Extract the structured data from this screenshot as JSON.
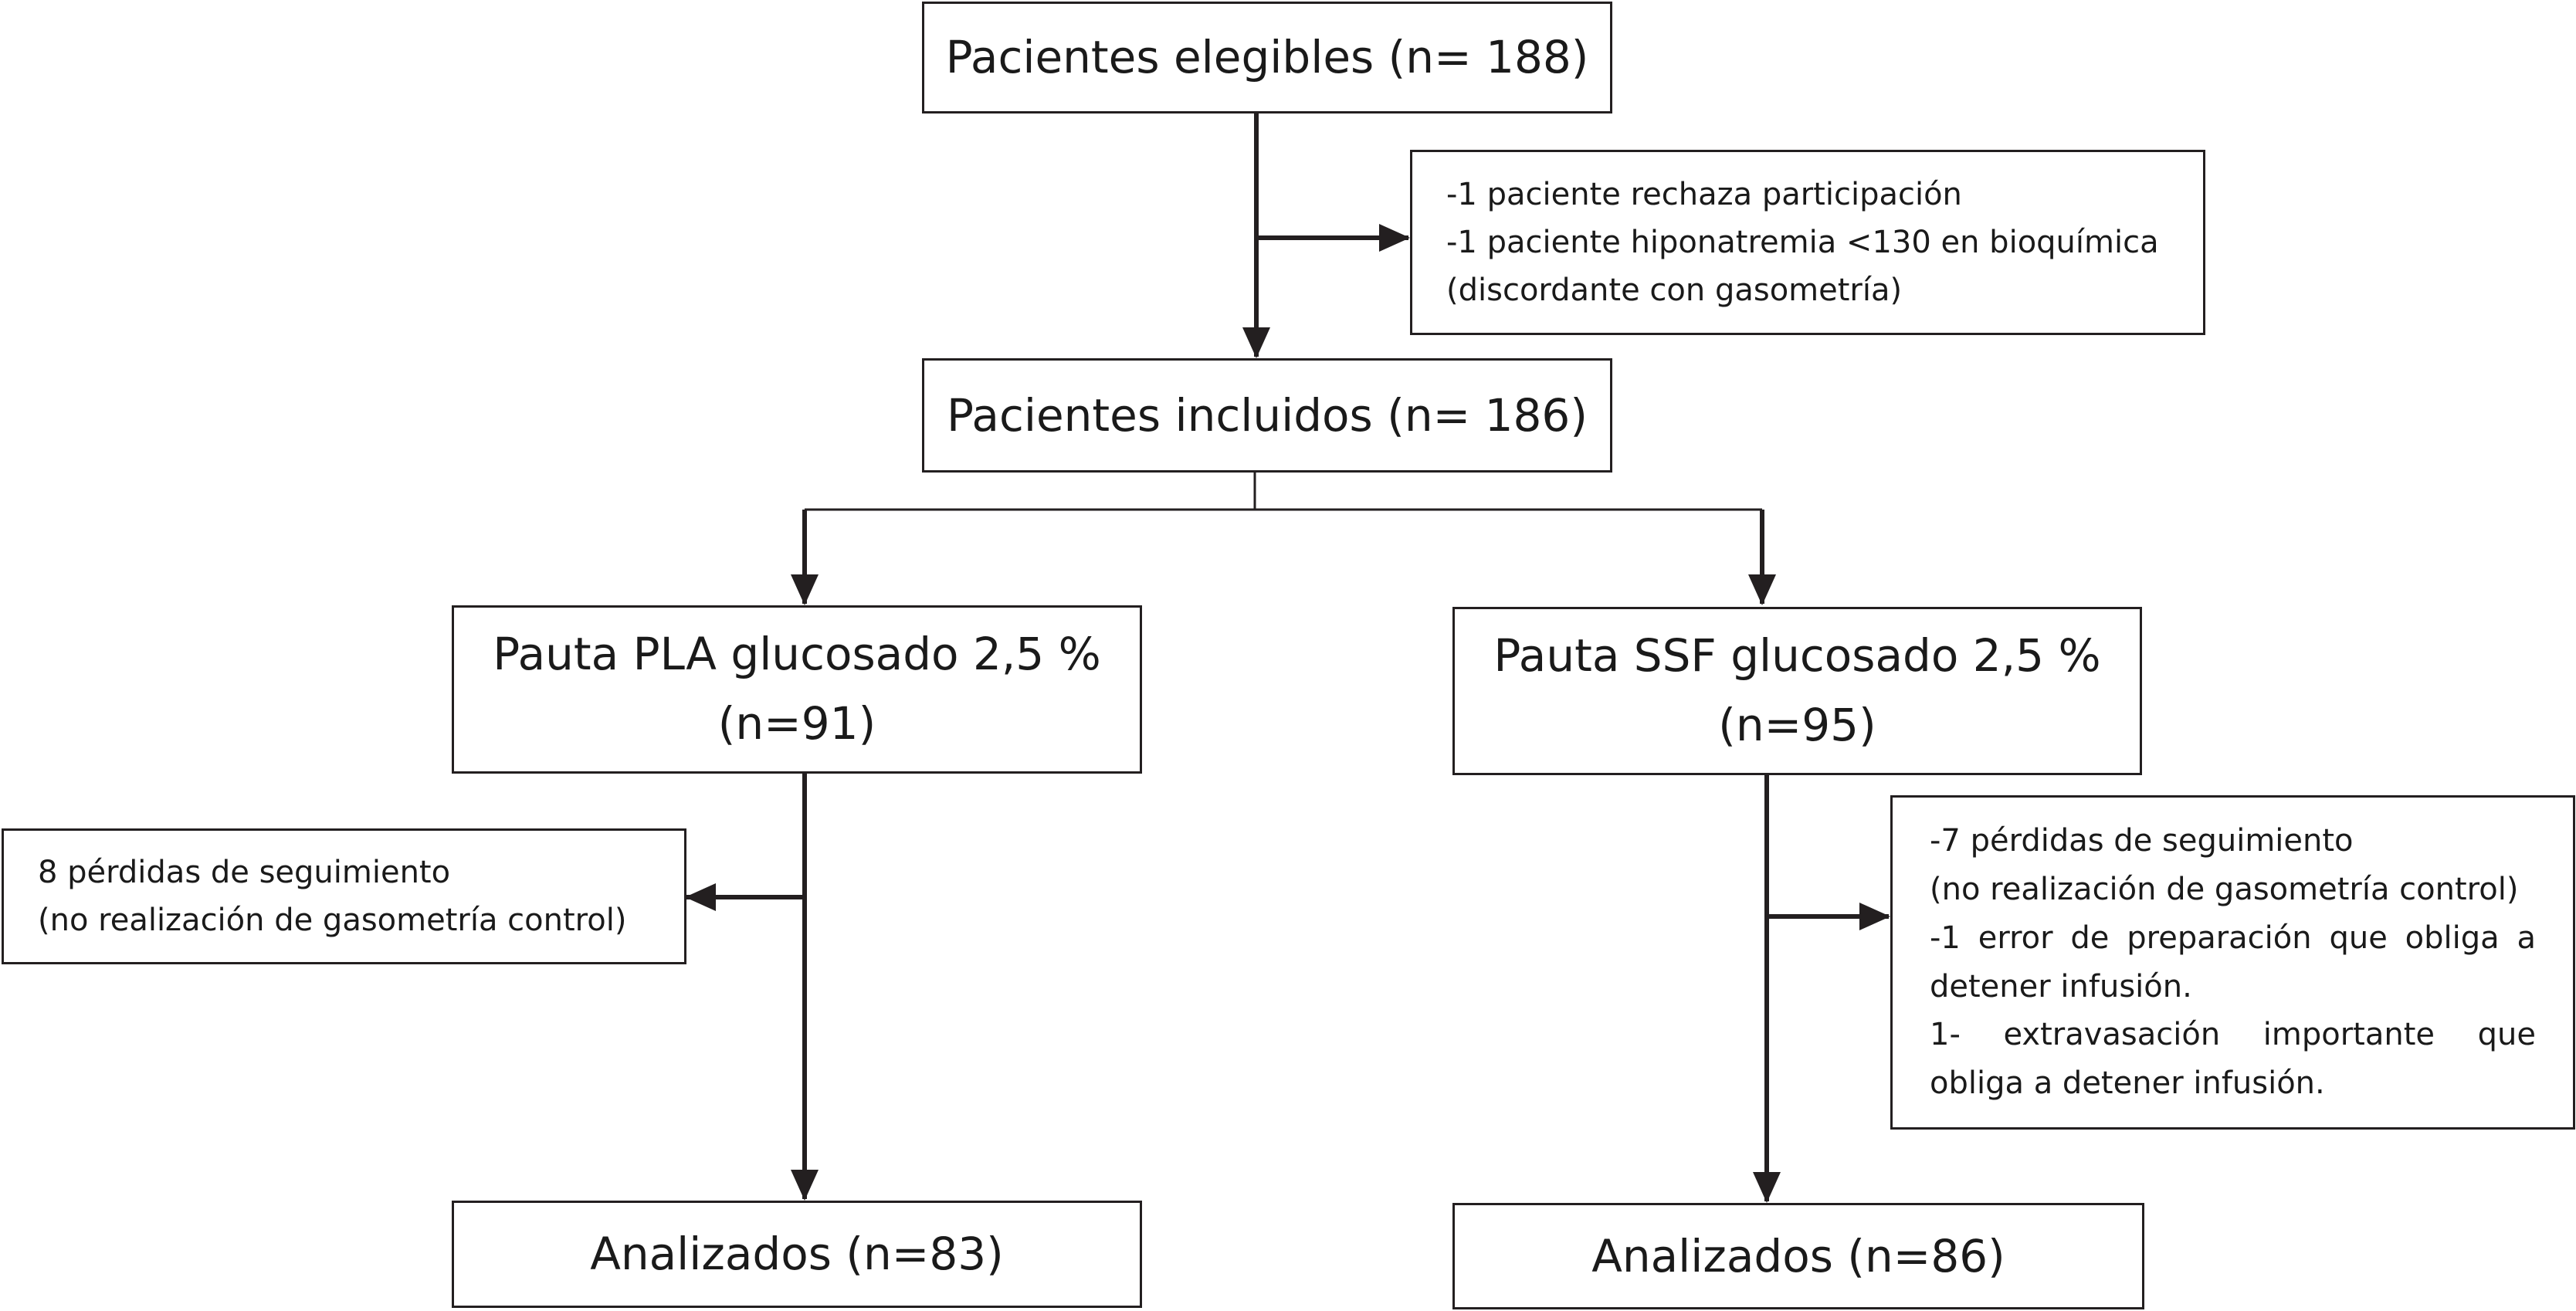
{
  "eligible": {
    "label": "Pacientes elegibles (n= 188)"
  },
  "excluded_1": {
    "lines": [
      "-1 paciente rechaza participación",
      "-1 paciente hiponatremia <130 en bioquímica",
      "(discordante con gasometría)"
    ]
  },
  "included": {
    "label": "Pacientes incluidos (n= 186)"
  },
  "arm_pla": {
    "line1": "Pauta PLA glucosado 2,5 %",
    "line2": "(n=91)"
  },
  "arm_ssf": {
    "line1": "Pauta SSF glucosado 2,5 %",
    "line2": "(n=95)"
  },
  "loss_pla": {
    "lines": [
      "8 pérdidas de seguimiento",
      "(no realización de gasometría control)"
    ]
  },
  "loss_ssf": {
    "lines": [
      "-7 pérdidas de seguimiento",
      "(no realización de gasometría control)",
      "-1 error de preparación que obliga a",
      "detener infusión.",
      "1- extravasación importante que",
      "obliga a detener infusión."
    ]
  },
  "analyzed_pla": {
    "label": "Analizados (n=83)"
  },
  "analyzed_ssf": {
    "label": "Analizados (n=86)"
  }
}
